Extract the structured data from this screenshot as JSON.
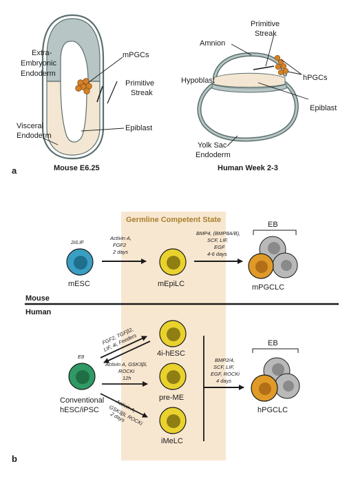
{
  "panel_a": {
    "label": "a",
    "mouse": {
      "title": "Mouse E6.25",
      "extra_embryonic_1": "Extra-",
      "extra_embryonic_2": "Embryonic",
      "extra_embryonic_3": "Endoderm",
      "mpgcs": "mPGCs",
      "primitive_streak_1": "Primitive",
      "primitive_streak_2": "Streak",
      "visceral_1": "Visceral",
      "visceral_2": "Endoderm",
      "epiblast": "Epiblast"
    },
    "human": {
      "title": "Human Week 2-3",
      "primitive_streak_1": "Primitive",
      "primitive_streak_2": "Streak",
      "amnion": "Amnion",
      "hypoblast": "Hypoblast",
      "hpgcs": "hPGCs",
      "epiblast": "Epiblast",
      "yolk_sac_1": "Yolk Sac",
      "yolk_sac_2": "Endoderm"
    }
  },
  "panel_b": {
    "label": "b",
    "germline_state": "Germline Competent State",
    "mouse_label": "Mouse",
    "human_label": "Human",
    "mouse_row": {
      "mesc_condition": "2i/LIF",
      "mesc": "mESC",
      "arrow1_l1": "Activin A,",
      "arrow1_l2": "FGF2",
      "arrow1_l3": "2 days",
      "mepilc": "mEpiLC",
      "arrow2_l1": "BMP4, (BMP8A/B),",
      "arrow2_l2": "SCF, LIF,",
      "arrow2_l3": "EGF",
      "arrow2_l4": "4-6 days",
      "eb": "EB",
      "mpgclc": "mPGCLC"
    },
    "human_row": {
      "hesc_condition": "E8",
      "hesc_l1": "Conventional",
      "hesc_l2": "hESC/iPSC",
      "to4i_l1": "FGF2, TGFβ2,",
      "to4i_l2": "LIF, 4i, Feeders",
      "tome_l1": "Activin A, GSK3βi,",
      "tome_l2": "ROCKi",
      "tome_l3": "12h",
      "tomel_l1": "Activin A,",
      "tomel_l2": "GSK3βi, ROCKi",
      "tomel_l3": "2 days",
      "cell_4i": "4i-hESC",
      "cell_preme": "pre-ME",
      "cell_imelc": "iMeLC",
      "arrow_l1": "BMP2/4,",
      "arrow_l2": "SCF, LIF,",
      "arrow_l3": "EGF, ROCKi",
      "arrow_l4": "4 days",
      "eb": "EB",
      "hpgclc": "hPGCLC"
    }
  },
  "colors": {
    "tissue_outline": "#5a6e6d",
    "extraembryonic": "#b7c6c4",
    "epiblast_fill": "#f3e6d2",
    "pgc": "#d4822a",
    "germline_box": "#f8e7d0",
    "esc_blue": "#3a9ec2",
    "esc_green": "#2f9a63",
    "epi_yellow": "#ead22e",
    "pgclc_orange": "#df9a28",
    "eb_grey": "#b9b9b9"
  }
}
